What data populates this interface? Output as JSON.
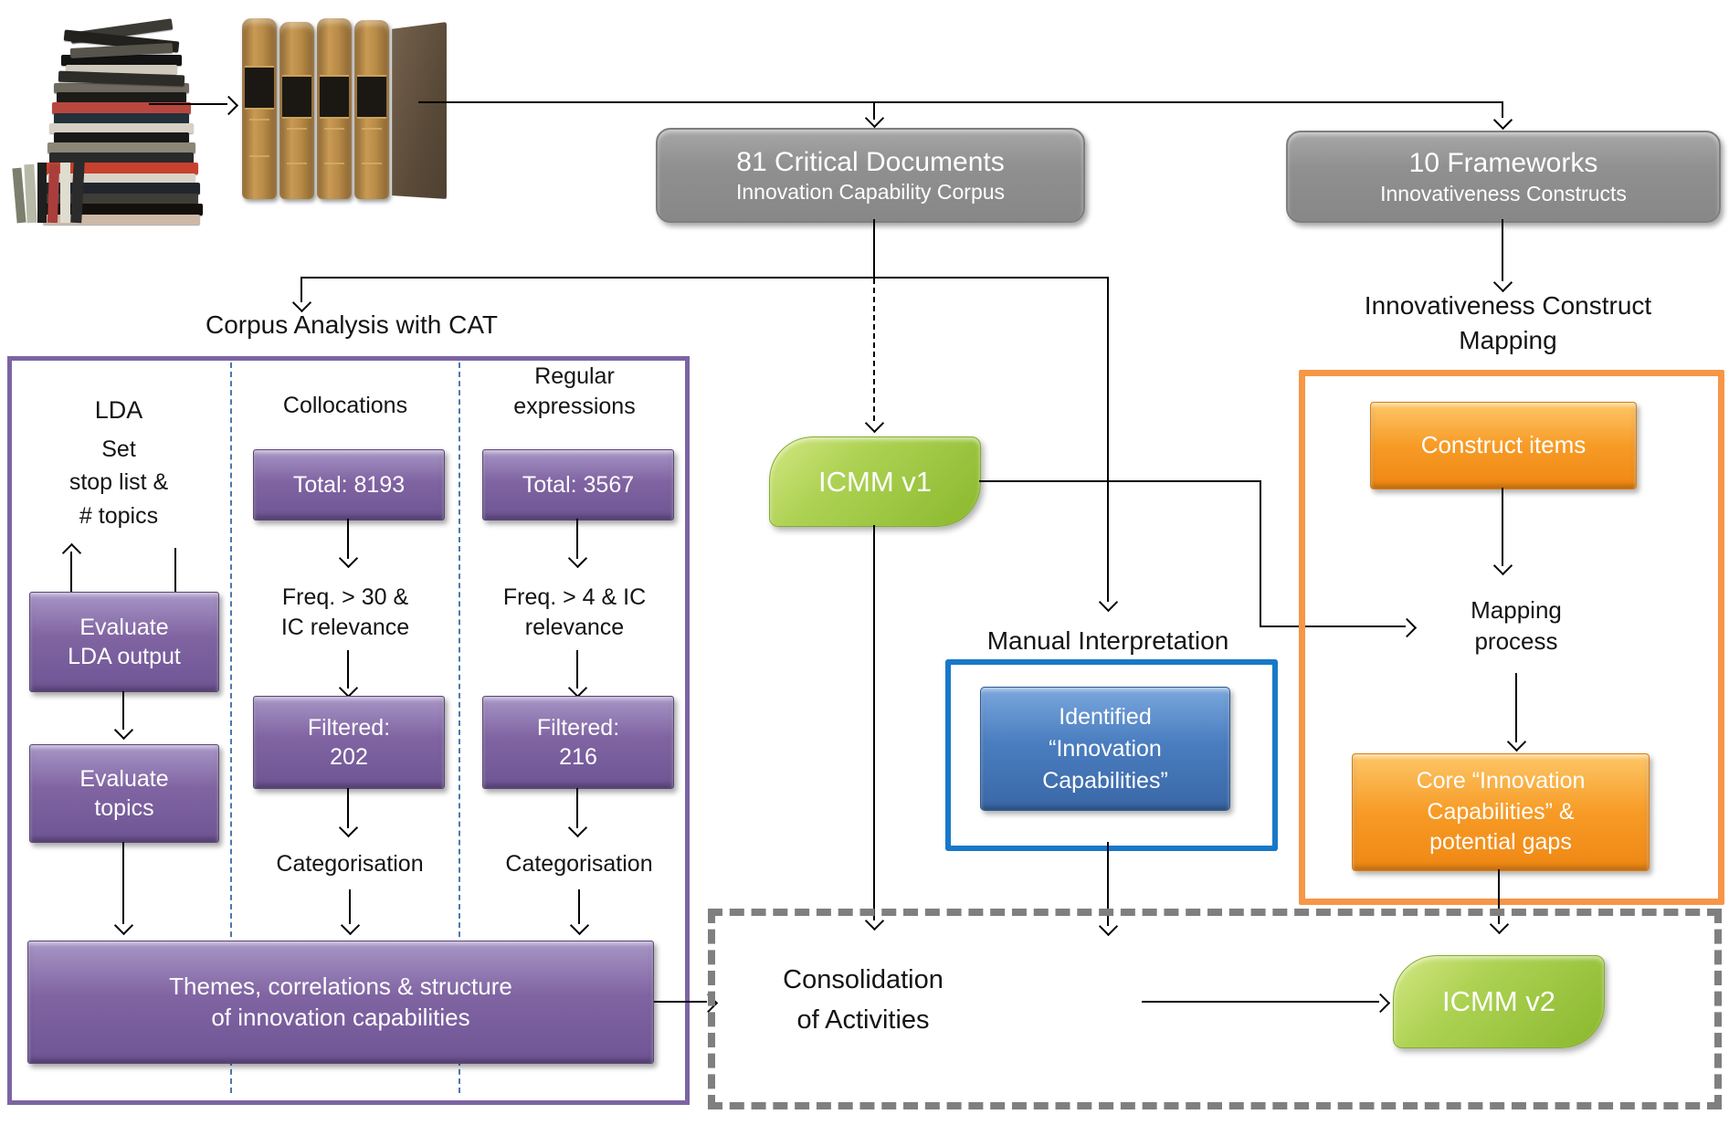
{
  "top": {
    "critical_docs": {
      "title": "81 Critical Documents",
      "subtitle": "Innovation Capability Corpus"
    },
    "frameworks": {
      "title": "10 Frameworks",
      "subtitle": "Innovativeness Constructs"
    }
  },
  "corpus": {
    "title": "Corpus Analysis with CAT",
    "lda": {
      "header": "LDA",
      "params": "Set\nstop list &\n# topics",
      "evaluate_output": "Evaluate\nLDA output",
      "evaluate_topics": "Evaluate\ntopics"
    },
    "collocations": {
      "header": "Collocations",
      "total": "Total: 8193",
      "criteria": "Freq. > 30 &\nIC relevance",
      "filtered": "Filtered:\n202",
      "categorisation": "Categorisation"
    },
    "regex": {
      "header": "Regular\nexpressions",
      "total": "Total: 3567",
      "criteria": "Freq. > 4 & IC\nrelevance",
      "filtered": "Filtered:\n216",
      "categorisation": "Categorisation"
    },
    "themes": "Themes, correlations & structure\nof innovation capabilities"
  },
  "icmm": {
    "v1": "ICMM v1",
    "v2": "ICMM v2"
  },
  "manual": {
    "title": "Manual Interpretation",
    "identified": "Identified\n“Innovation\nCapabilities”"
  },
  "mapping": {
    "title": "Innovativeness Construct\nMapping",
    "construct_items": "Construct items",
    "process": "Mapping\nprocess",
    "core": "Core “Innovation\nCapabilities” &\npotential gaps"
  },
  "consolidation": {
    "title": "Consolidation\nof Activities"
  },
  "colors": {
    "purple": "#8064a2",
    "gray": "#909090",
    "green": "#9bc53d",
    "blue": "#4a7ec0",
    "blue_frame": "#1878c8",
    "orange": "#f79b26",
    "orange_frame": "#f79646",
    "dashed_gray": "#7f7f7f",
    "separator_blue": "#4d79ab"
  }
}
